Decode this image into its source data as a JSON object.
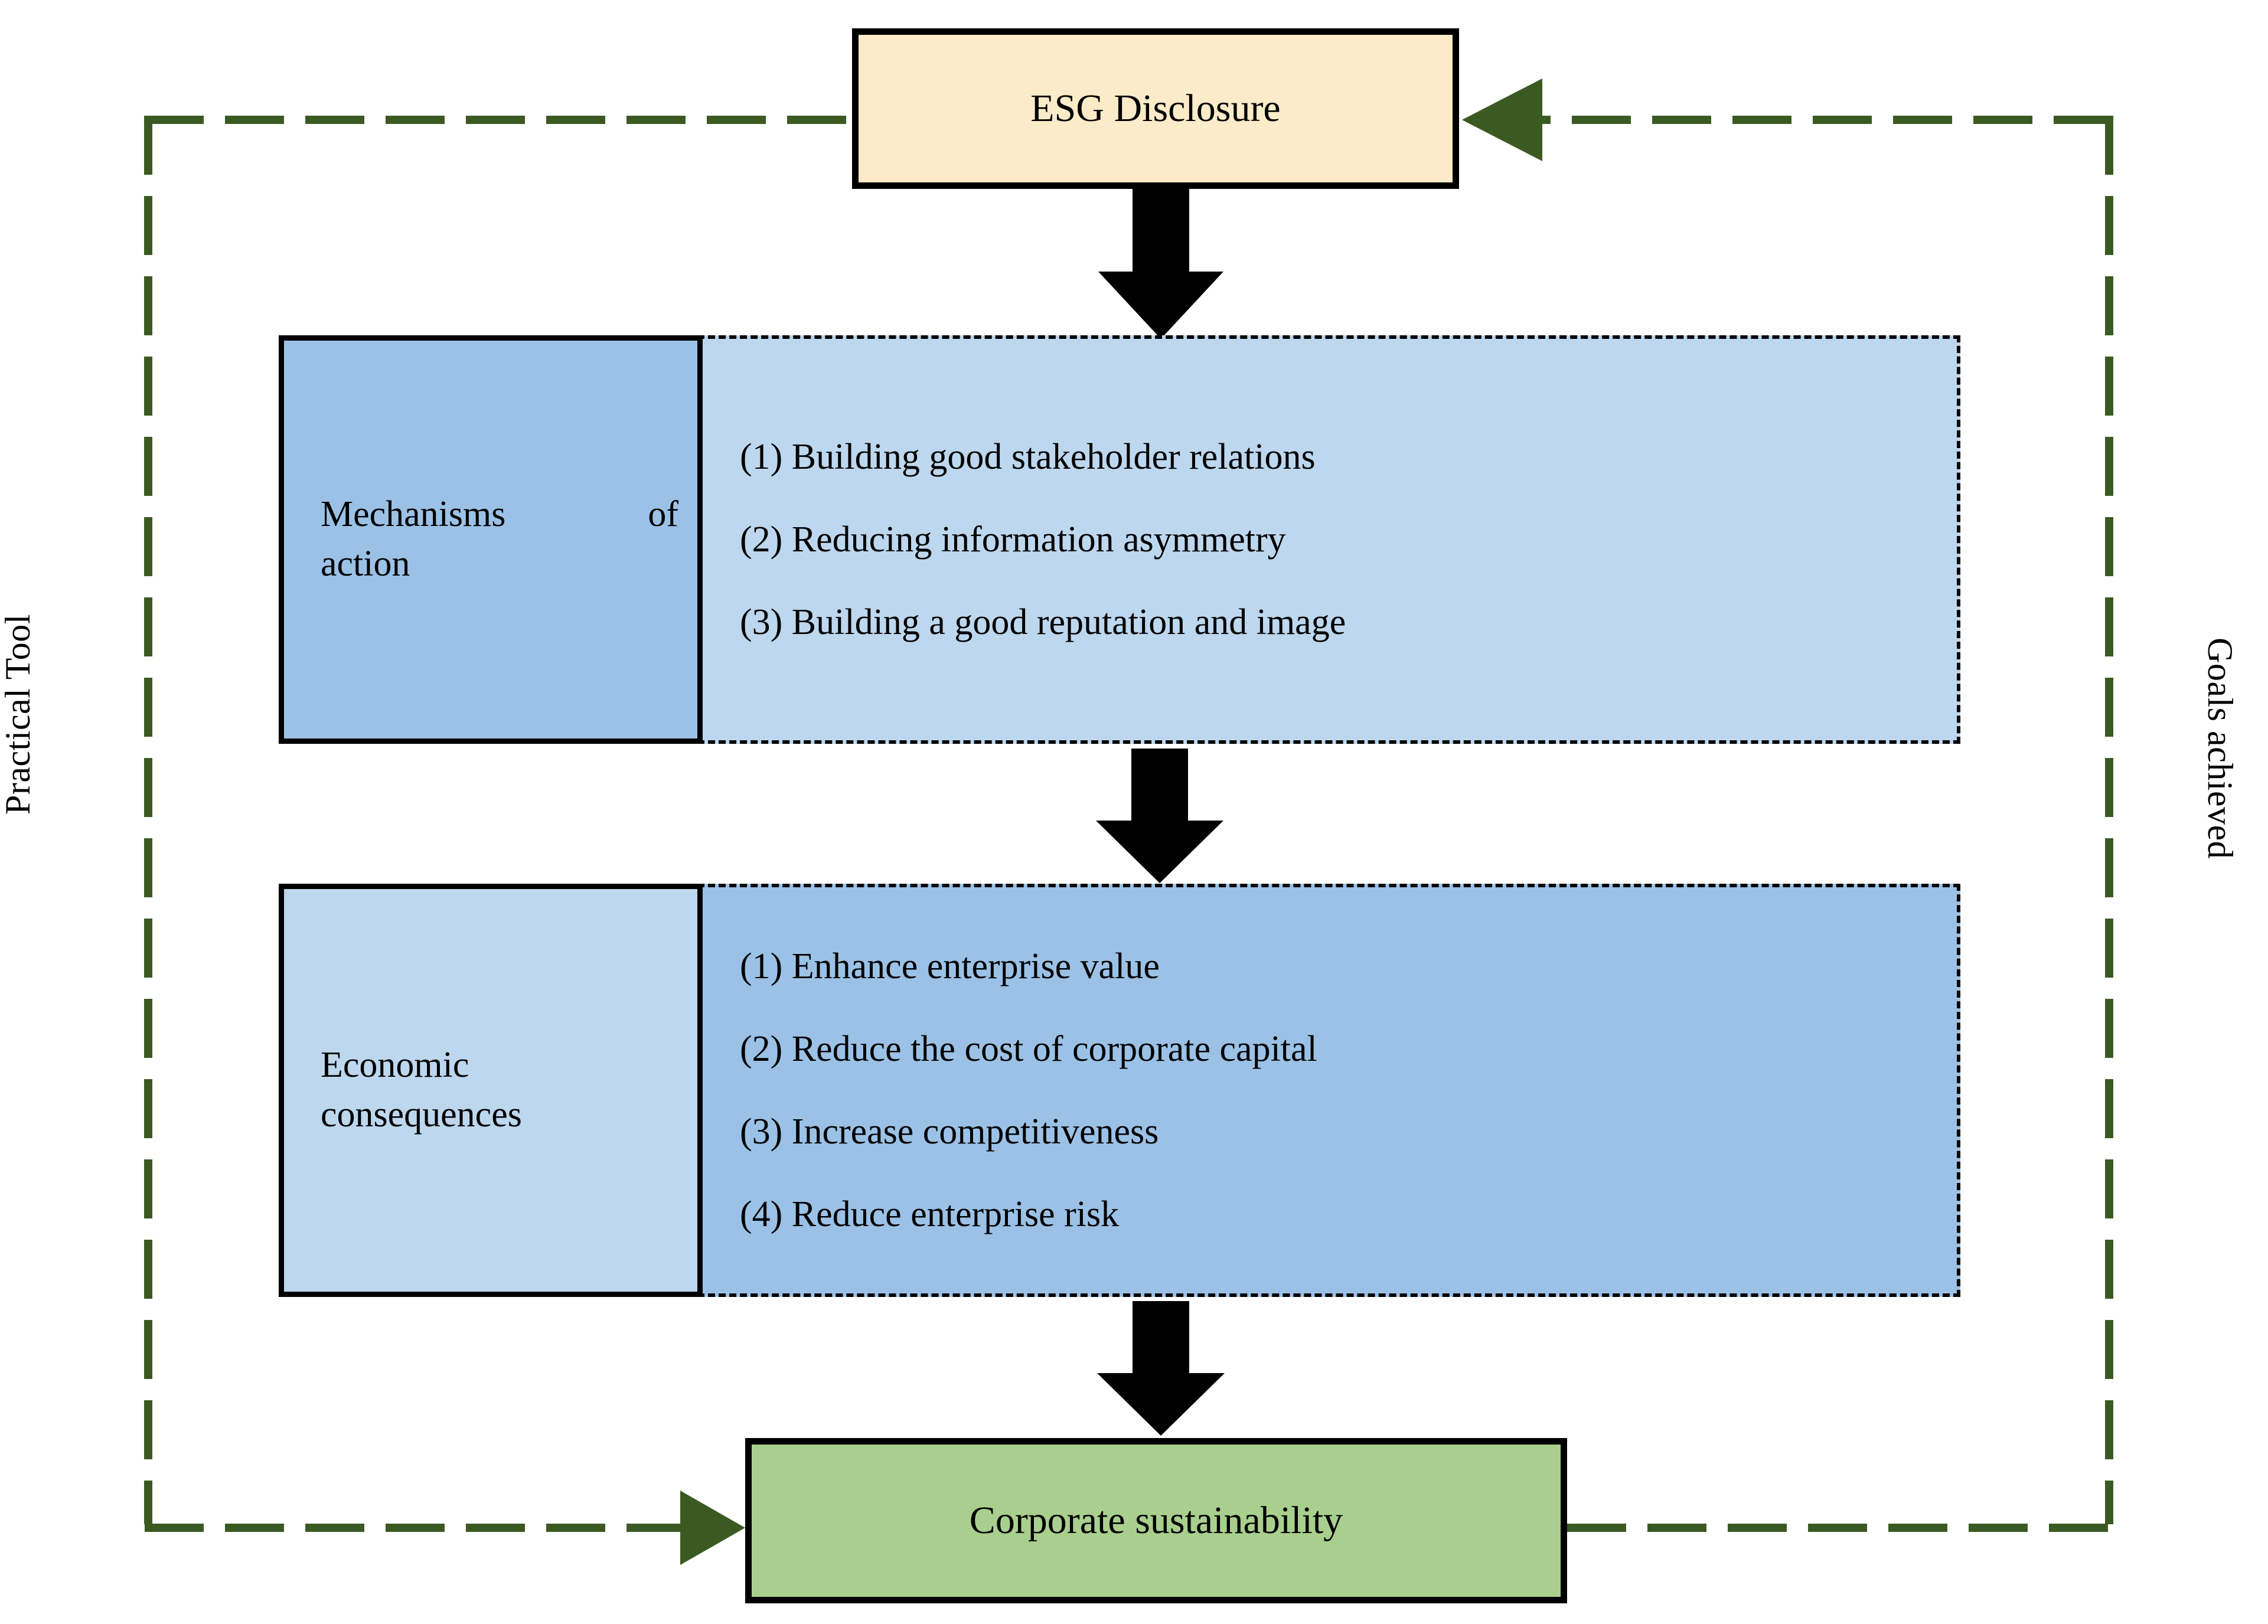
{
  "diagram": {
    "title_node": {
      "label": "ESG Disclosure",
      "fill": "#FBEBC8"
    },
    "side_labels": {
      "left": "Practical Tool",
      "right": "Goals achieved"
    },
    "rows": [
      {
        "id": "mechanisms",
        "label_line_1": "Mechanisms of",
        "label_line_2": "action",
        "label_fill": "#9BC2E6",
        "panel_fill": "#BDD7EE",
        "items": [
          "(1) Building good stakeholder relations",
          "(2) Reducing information asymmetry",
          "(3) Building a good reputation and image"
        ]
      },
      {
        "id": "economic",
        "label_line_1": "Economic",
        "label_line_2": "consequences",
        "label_fill": "#BDD7EE",
        "panel_fill": "#9BC2E6",
        "items": [
          "(1) Enhance enterprise value",
          "(2) Reduce the cost of corporate capital",
          "(3) Increase competitiveness",
          "(4) Reduce enterprise risk"
        ]
      }
    ],
    "outcome_node": {
      "label": "Corporate sustainability",
      "fill": "#A9CF8E"
    },
    "feedback_loop": {
      "color": "#3A5A22",
      "style": "dashed",
      "from": "Corporate sustainability",
      "to": "ESG Disclosure"
    },
    "flow_arrows": {
      "color": "#000000",
      "count": 3
    }
  }
}
